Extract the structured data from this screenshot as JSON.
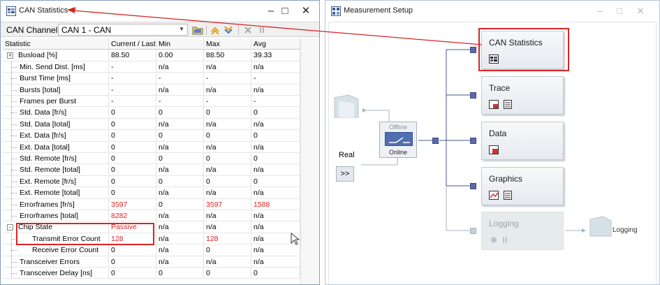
{
  "can_window": {
    "title": "CAN Statistics",
    "channel_label": "CAN Channel:",
    "channel_value": "CAN 1 - CAN",
    "icons": [
      "folder-icon",
      "expand-all-icon",
      "collapse-all-icon",
      "delete-icon",
      "pause-icon"
    ],
    "columns": [
      "Statistic",
      "Current / Last",
      "Min",
      "Max",
      "Avg"
    ],
    "rows": [
      {
        "name": "Busload [%]",
        "cur": "88.50",
        "min": "0.00",
        "max": "88.50",
        "avg": "39.33",
        "level": 0,
        "expander": "+"
      },
      {
        "name": "Min. Send Dist. [ms]",
        "cur": "-",
        "min": "n/a",
        "max": "n/a",
        "avg": "n/a",
        "level": 1
      },
      {
        "name": "Burst Time [ms]",
        "cur": "-",
        "min": "-",
        "max": "-",
        "avg": "-",
        "level": 1
      },
      {
        "name": "Bursts [total]",
        "cur": "-",
        "min": "n/a",
        "max": "n/a",
        "avg": "n/a",
        "level": 1
      },
      {
        "name": "Frames per Burst",
        "cur": "-",
        "min": "-",
        "max": "-",
        "avg": "-",
        "level": 1
      },
      {
        "name": "Std. Data [fr/s]",
        "cur": "0",
        "min": "0",
        "max": "0",
        "avg": "0",
        "level": 1
      },
      {
        "name": "Std. Data [total]",
        "cur": "0",
        "min": "n/a",
        "max": "n/a",
        "avg": "n/a",
        "level": 1
      },
      {
        "name": "Ext. Data [fr/s]",
        "cur": "0",
        "min": "0",
        "max": "0",
        "avg": "0",
        "level": 1
      },
      {
        "name": "Ext. Data [total]",
        "cur": "0",
        "min": "n/a",
        "max": "n/a",
        "avg": "n/a",
        "level": 1
      },
      {
        "name": "Std. Remote [fr/s]",
        "cur": "0",
        "min": "0",
        "max": "0",
        "avg": "0",
        "level": 1
      },
      {
        "name": "Std. Remote [total]",
        "cur": "0",
        "min": "n/a",
        "max": "n/a",
        "avg": "n/a",
        "level": 1
      },
      {
        "name": "Ext. Remote [fr/s]",
        "cur": "0",
        "min": "0",
        "max": "0",
        "avg": "0",
        "level": 1
      },
      {
        "name": "Ext. Remote [total]",
        "cur": "0",
        "min": "n/a",
        "max": "n/a",
        "avg": "n/a",
        "level": 1
      },
      {
        "name": "Errorframes [fr/s]",
        "cur": "3597",
        "min": "0",
        "max": "3597",
        "avg": "1588",
        "level": 1,
        "red": [
          "cur",
          "max",
          "avg"
        ]
      },
      {
        "name": "Errorframes [total]",
        "cur": "8282",
        "min": "n/a",
        "max": "n/a",
        "avg": "n/a",
        "level": 1,
        "red": [
          "cur"
        ]
      },
      {
        "name": "Chip State",
        "cur": "Passive",
        "min": "n/a",
        "max": "n/a",
        "avg": "n/a",
        "level": 0,
        "expander": "-",
        "red": [
          "cur"
        ]
      },
      {
        "name": "Transmit Error Count",
        "cur": "128",
        "min": "n/a",
        "max": "128",
        "avg": "n/a",
        "level": 2,
        "red": [
          "cur",
          "max"
        ]
      },
      {
        "name": "Receive Error Count",
        "cur": "0",
        "min": "n/a",
        "max": "0",
        "avg": "n/a",
        "level": 2
      },
      {
        "name": "Transceiver Errors",
        "cur": "0",
        "min": "n/a",
        "max": "n/a",
        "avg": "n/a",
        "level": 1
      },
      {
        "name": "Transceiver Delay [ns]",
        "cur": "0",
        "min": "0",
        "max": "0",
        "avg": "0",
        "level": 1
      }
    ]
  },
  "measure_window": {
    "title": "Measurement Setup",
    "offline_label": "Offline",
    "online_label": "Online",
    "real_label": "Real",
    "real_button": ">>",
    "blocks": [
      {
        "label": "CAN Statistics",
        "highlighted": true
      },
      {
        "label": "Trace"
      },
      {
        "label": "Data"
      },
      {
        "label": "Graphics"
      },
      {
        "label": "Logging",
        "disabled": true
      }
    ],
    "logging_output_label": "Logging"
  },
  "colors": {
    "highlight": "#d82525",
    "error_text": "#e02020",
    "port": "#5a6aa8"
  }
}
